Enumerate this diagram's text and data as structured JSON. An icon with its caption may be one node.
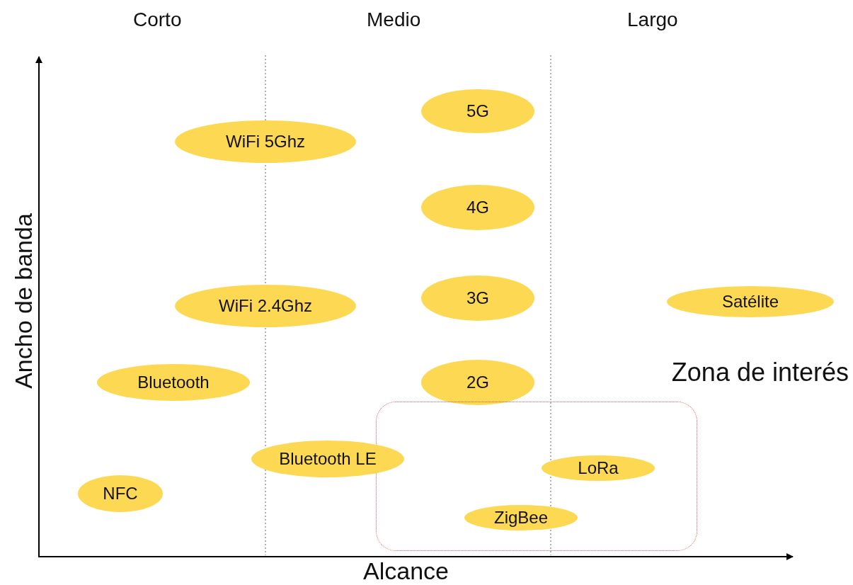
{
  "diagram": {
    "nodes": [
      {
        "text": [
          "5G"
        ]
      },
      {
        "text": [
          "WiFi 5Ghz"
        ]
      },
      {
        "text": [
          "4G"
        ]
      },
      {
        "text": [
          "WiFi 2.4Ghz"
        ]
      },
      {
        "text": [
          "3G"
        ]
      },
      {
        "text": [
          "Satélite"
        ]
      },
      {
        "text": [
          "Bluetooth"
        ]
      },
      {
        "text": [
          "2G"
        ]
      },
      {
        "text": [
          "Zona de interés"
        ]
      },
      {
        "text": [
          "Bluetooth LE"
        ]
      },
      {
        "text": [
          "LoRa"
        ],
        "in": 8
      },
      {
        "text": [
          "NFC"
        ]
      },
      {
        "text": [
          "ZigBee"
        ],
        "in": 8
      }
    ],
    "edges": [],
    "labels": [
      "Corto",
      "Medio",
      "Largo",
      "Ancho de banda",
      "Alcance"
    ]
  }
}
